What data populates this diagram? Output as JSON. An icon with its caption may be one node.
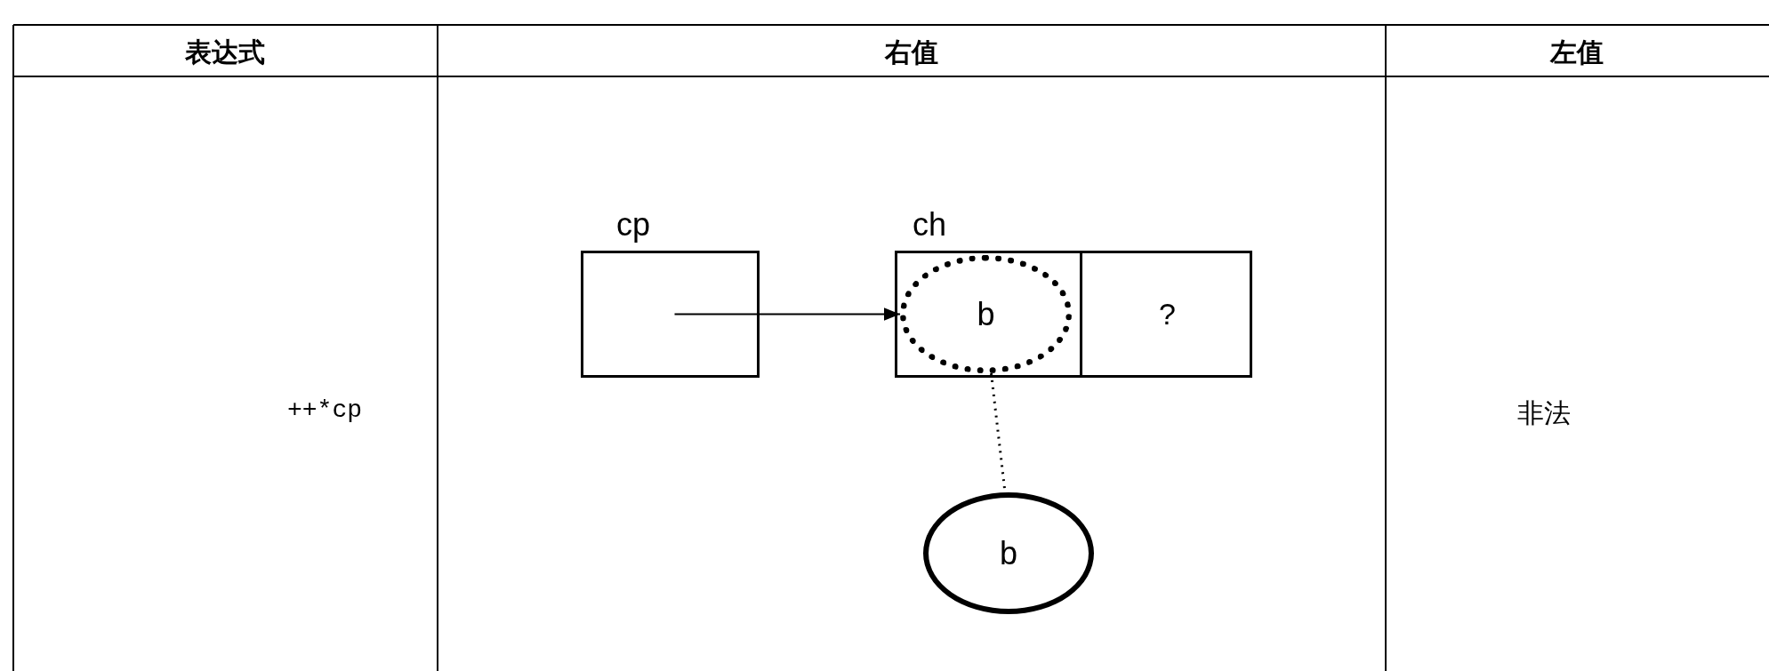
{
  "diagram": {
    "nodes": [
      {
        "text": [
          "cp"
        ]
      },
      {
        "text": [
          "ch"
        ]
      },
      {
        "text": [
          "b"
        ],
        "in": 1
      },
      {
        "text": [
          "?"
        ],
        "in": 1
      },
      {
        "text": [
          "b"
        ]
      }
    ],
    "edges": [
      {
        "from": 0,
        "to": 2,
        "arrow": "to"
      },
      {
        "from": 2,
        "to": 4,
        "arrow": "none",
        "style": "dashed"
      }
    ],
    "labels": [
      "表达式",
      "右值",
      "左值",
      "++*cp",
      "非法"
    ]
  }
}
